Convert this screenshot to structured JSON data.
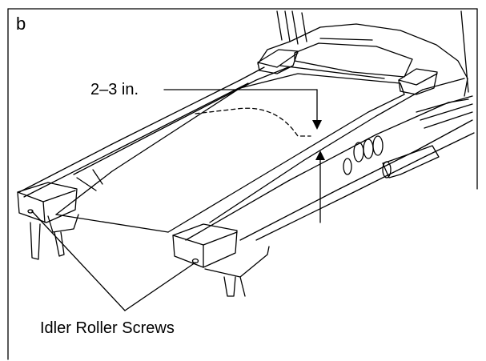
{
  "panel_letter": "b",
  "labels": {
    "belt_clearance": "2–3 in.",
    "idler_roller_screws": "Idler Roller Screws"
  },
  "colors": {
    "ink": "#000000",
    "paper": "#ffffff"
  }
}
